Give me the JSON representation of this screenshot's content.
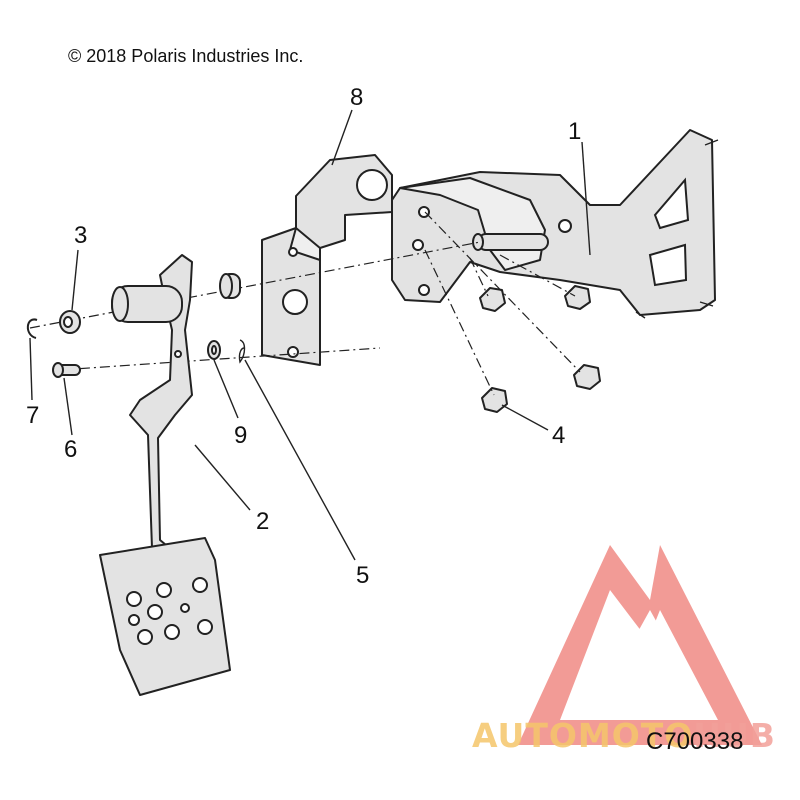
{
  "copyright": "© 2018 Polaris Industries Inc.",
  "drawing_id": "C700338",
  "watermark": {
    "text_a": "AUTOMOTO",
    "text_b": "HUB",
    "colors": {
      "red": "#f08a84",
      "orange": "#f5c66b"
    }
  },
  "callouts": [
    "1",
    "2",
    "3",
    "4",
    "5",
    "6",
    "7",
    "8",
    "9"
  ]
}
